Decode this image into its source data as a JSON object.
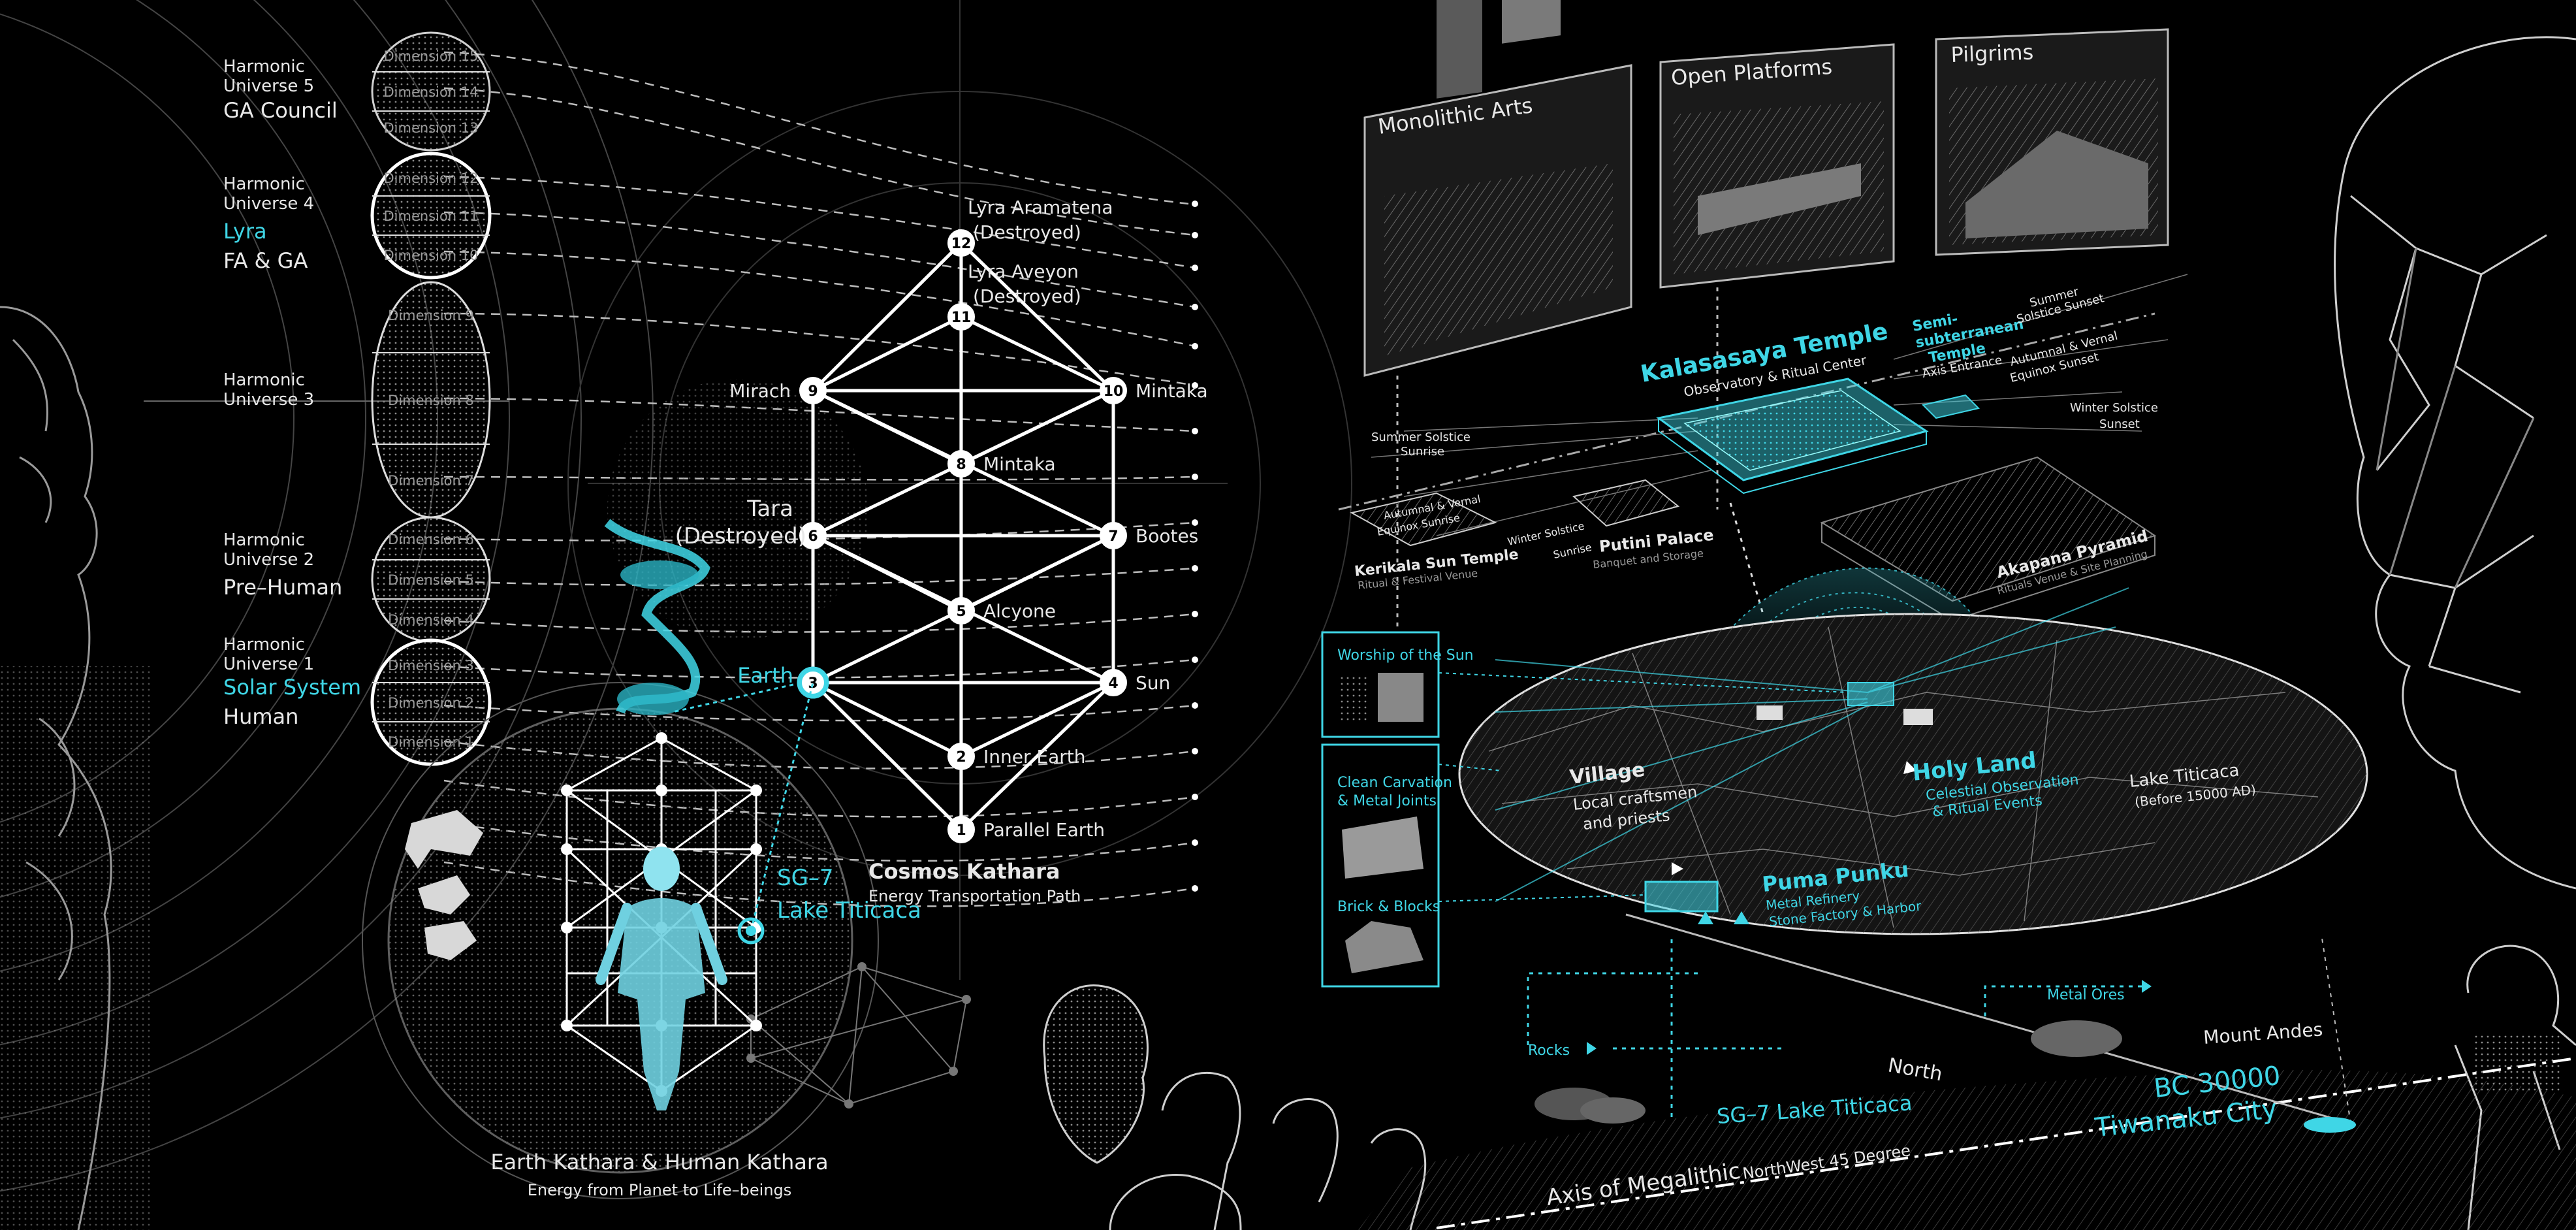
{
  "colors": {
    "background": "#000000",
    "line": "#d8d8d8",
    "accent": "#3fd6e6",
    "dim": "#8a8a8a"
  },
  "harmonic_universes": [
    {
      "line1": "Harmonic",
      "line2": "Universe 5",
      "group": "GA Council",
      "group_accent": false,
      "dims": [
        "Dimension 15",
        "Dimension 14",
        "Dimension 13"
      ]
    },
    {
      "line1": "Harmonic",
      "line2": "Universe 4",
      "group": "Lyra",
      "group_accent": true,
      "group2": "FA & GA",
      "dims": [
        "Dimension 12",
        "Dimension 11",
        "Dimension 10"
      ]
    },
    {
      "line1": "Harmonic",
      "line2": "Universe 3",
      "group": "",
      "group_accent": false,
      "dims": [
        "Dimension 9",
        "Dimension 8",
        "Dimension 7"
      ]
    },
    {
      "line1": "Harmonic",
      "line2": "Universe 2",
      "group": "Pre–Human",
      "group_accent": false,
      "dims": [
        "Dimension 6",
        "Dimension 5",
        "Dimension 4"
      ]
    },
    {
      "line1": "Harmonic",
      "line2": "Universe 1",
      "group": "Solar System",
      "group_accent": true,
      "group2": "Human",
      "dims": [
        "Dimension 3",
        "Dimension 2",
        "Dimension 1"
      ]
    }
  ],
  "kathara_nodes": [
    {
      "n": "12",
      "label": "Lyra Aramatena",
      "label2": "(Destroyed)"
    },
    {
      "n": "11",
      "label": "Lyra Aveyon",
      "label2": "(Destroyed)"
    },
    {
      "n": "9",
      "label": "Mirach"
    },
    {
      "n": "10",
      "label": "Mintaka"
    },
    {
      "n": "8",
      "label": "Mintaka"
    },
    {
      "n": "6",
      "label": "Tara",
      "label2": "(Destroyed)"
    },
    {
      "n": "7",
      "label": "Bootes"
    },
    {
      "n": "5",
      "label": "Alcyone"
    },
    {
      "n": "3",
      "label": "Earth"
    },
    {
      "n": "4",
      "label": "Sun"
    },
    {
      "n": "2",
      "label": "Inner Earth"
    },
    {
      "n": "1",
      "label": "Parallel Earth"
    }
  ],
  "cosmos": {
    "title": "Cosmos Kathara",
    "subtitle": "Energy Transportation Path"
  },
  "stargate": {
    "line1": "SG–7",
    "line2": "Lake Titicaca"
  },
  "earth_kathara": {
    "title": "Earth Kathara & Human Kathara",
    "subtitle": "Energy from Planet to Life–beings"
  },
  "photo_panels": [
    "Monolithic Arts",
    "Open Platforms",
    "Pilgrims"
  ],
  "temple": {
    "title": "Kalasasaya Temple",
    "subtitle": "Observatory & Ritual Center",
    "semi": [
      "Semi-",
      "subterranean",
      "Temple"
    ],
    "semi_sub": "Axis Entrance"
  },
  "solar_labels": {
    "summer_sunset": [
      "Summer",
      "Solstice Sunset"
    ],
    "equinox_sunset": [
      "Autumnal & Vernal",
      "Equinox Sunset"
    ],
    "winter_sunset": [
      "Winter Solstice",
      "Sunset"
    ],
    "summer_sunrise": [
      "Summer Solstice",
      "Sunrise"
    ],
    "equinox_sunrise": [
      "Autumnal & Vernal",
      "Equinox Sunrise"
    ],
    "winter_sunrise": [
      "Winter Solstice",
      "Sunrise"
    ]
  },
  "sites": {
    "kerikala": {
      "title": "Kerikala Sun Temple",
      "sub": "Ritual & Festival Venue"
    },
    "putini": {
      "title": "Putini Palace",
      "sub": "Banquet and Storage"
    },
    "akapana": {
      "title": "Akapana Pyramid",
      "sub": "Rituals Venue & Site Planning"
    }
  },
  "side_boxes": {
    "worship": "Worship of the Sun",
    "carvation": [
      "Clean Carvation",
      "& Metal Joints"
    ],
    "brick": "Brick & Blocks"
  },
  "map": {
    "village": {
      "title": "Village",
      "sub": [
        "Local craftsmen",
        "and priests"
      ]
    },
    "holy": {
      "title": "Holy Land",
      "sub": [
        "Celestial Observation",
        "& Ritual Events"
      ]
    },
    "lake": {
      "title": "Lake Titicaca",
      "sub": "(Before 15000 AD)"
    },
    "puma": {
      "title": "Puma Punku",
      "sub": [
        "Metal Refinery",
        "Stone Factory & Harbor"
      ]
    }
  },
  "ground": {
    "metal": "Metal Ores",
    "rocks": "Rocks",
    "andes": "Mount Andes",
    "north": "North",
    "sg7": "SG–7 Lake Titicaca",
    "bc": "BC 30000",
    "city": "Tiwanaku City",
    "axis": "Axis of Megalithic",
    "axis_sub": "NorthWest 45 Degree"
  }
}
